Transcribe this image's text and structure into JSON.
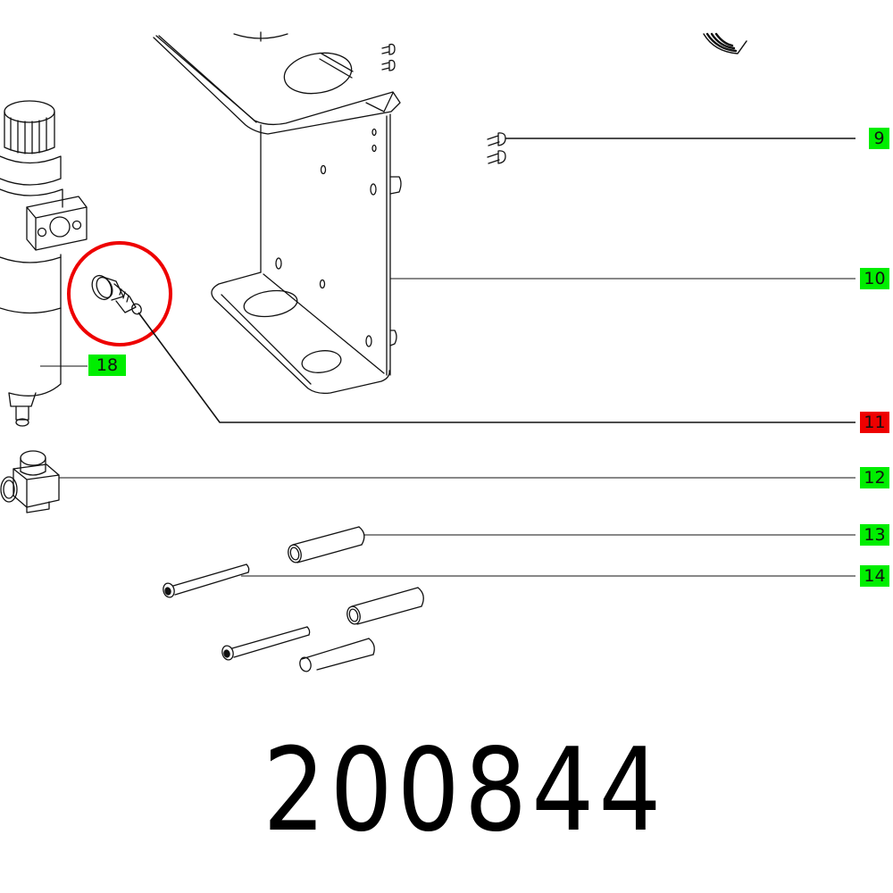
{
  "diagram": {
    "type": "exploded-parts-diagram",
    "part_number": "200844",
    "highlight_color": "#ee0000",
    "label_color": "#00ee00",
    "callouts": [
      {
        "id": "9",
        "label": "9",
        "highlighted": false,
        "part": "screws (pair)"
      },
      {
        "id": "10",
        "label": "10",
        "highlighted": false,
        "part": "mounting bracket"
      },
      {
        "id": "11",
        "label": "11",
        "highlighted": true,
        "part": "quick-connect nipple (circled)"
      },
      {
        "id": "12",
        "label": "12",
        "highlighted": false,
        "part": "elbow valve block"
      },
      {
        "id": "13",
        "label": "13",
        "highlighted": false,
        "part": "spacer sleeve"
      },
      {
        "id": "14",
        "label": "14",
        "highlighted": false,
        "part": "long screw"
      },
      {
        "id": "18",
        "label": "18",
        "highlighted": false,
        "part": "filter regulator"
      }
    ]
  }
}
